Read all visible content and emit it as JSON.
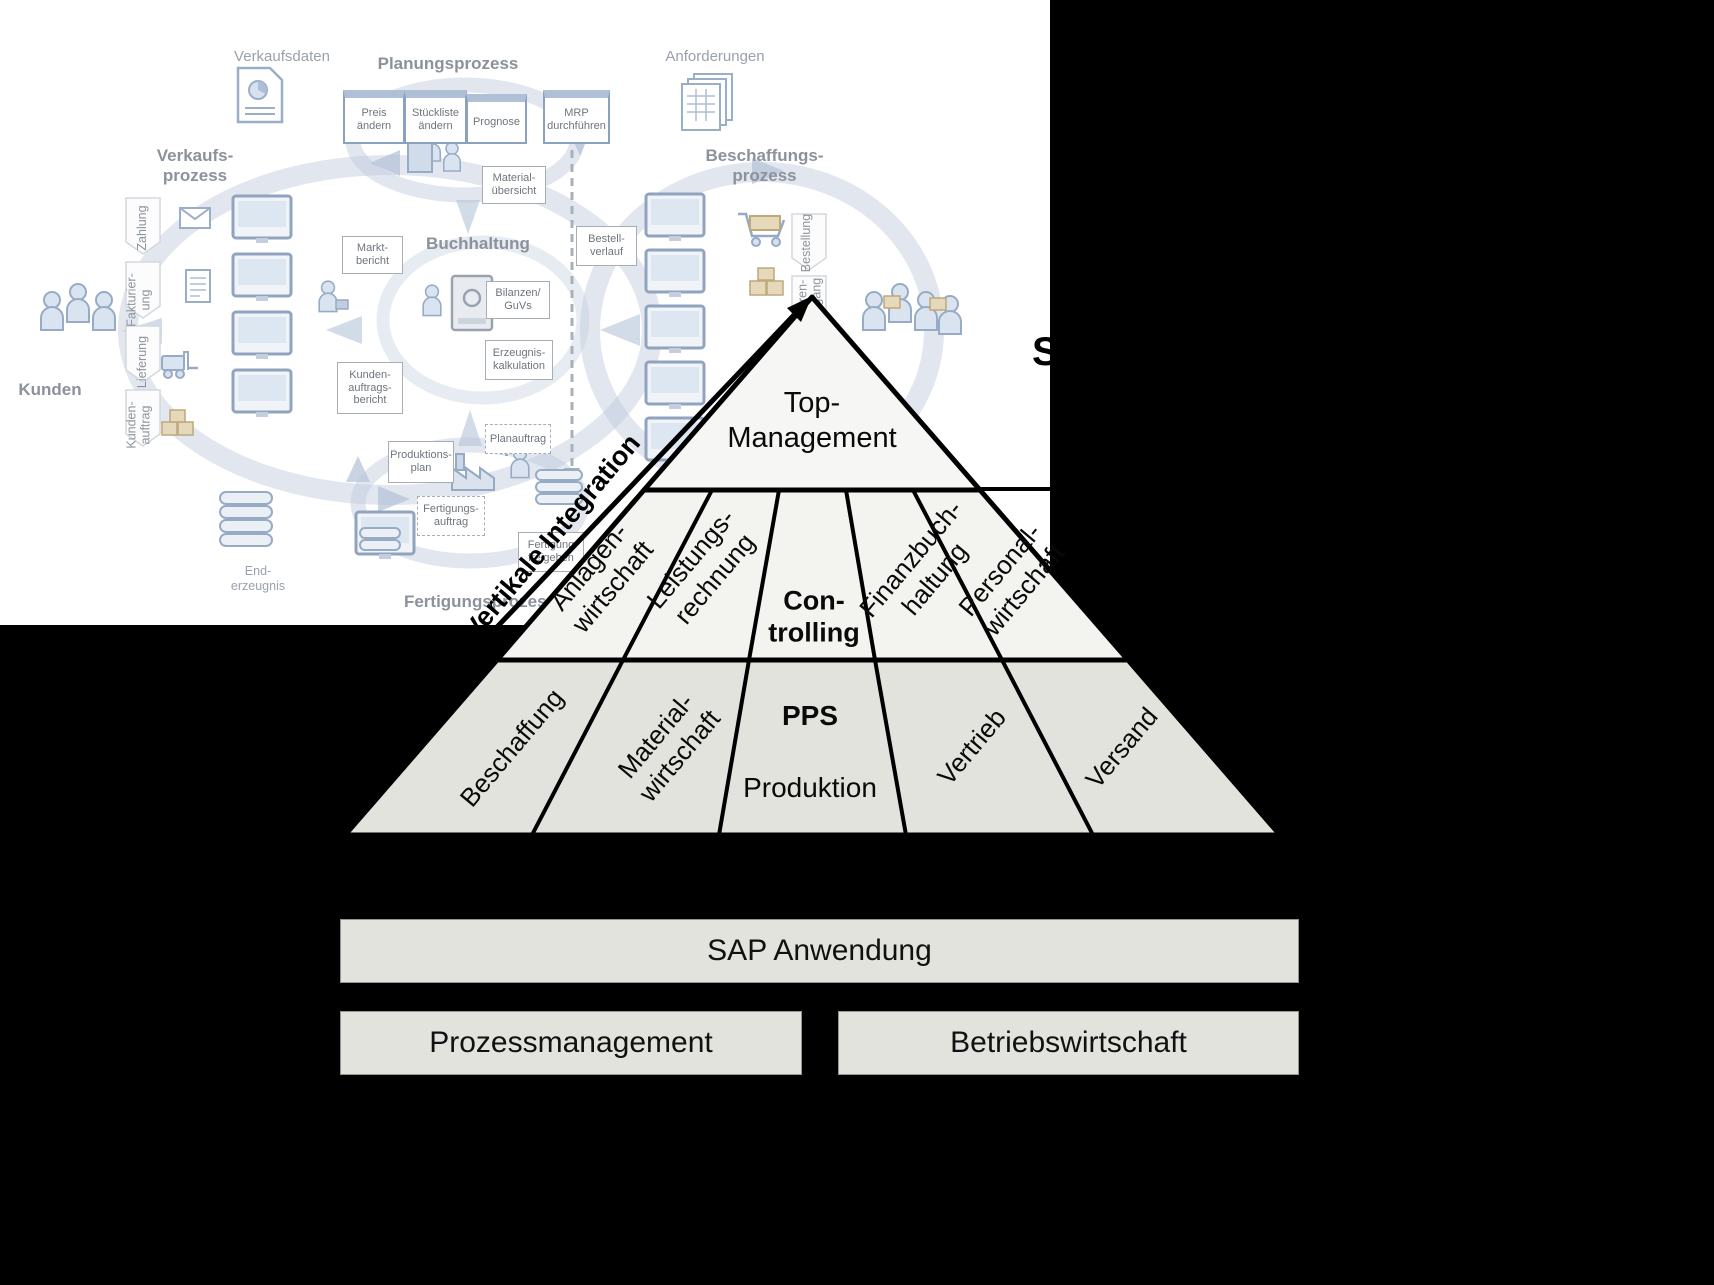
{
  "colors": {
    "background": "#000000",
    "panel": "#ffffff",
    "pyramid_light": "#f6f6f4",
    "pyramid_base": "#e3e3de",
    "gray_box": "#e3e3de",
    "diagram_blue": "#b9c5da",
    "heading_gray": "#8b929b"
  },
  "process_diagram": {
    "headings": {
      "verkaufsdaten": "Verkaufsdaten",
      "planungsprozess": "Planungsprozess",
      "anforderungen": "Anforderungen",
      "verkaufsprozess": "Verkaufs-\nprozess",
      "beschaffungsprozess": "Beschaffungs-\nprozess",
      "buchhaltung": "Buchhaltung",
      "kunden": "Kunden",
      "fertigungsprozess": "Fertigungsprozess"
    },
    "boxes": [
      {
        "label": "Preis\nändern"
      },
      {
        "label": "Stückliste\nändern"
      },
      {
        "label": "Prognose"
      },
      {
        "label": "MRP\ndurchführen"
      },
      {
        "label": "Material-\nübersicht"
      },
      {
        "label": "Markt-\nbericht"
      },
      {
        "label": "Bestell-\nverlauf"
      },
      {
        "label": "Bilanzen/\nGuVs"
      },
      {
        "label": "Erzeugnis-\nkalkulation"
      },
      {
        "label": "Kunden-\nauftrags-\nbericht"
      },
      {
        "label": "Planauftrag"
      },
      {
        "label": "Produktions-\nplan"
      },
      {
        "label": "Fertigungs-\nauftrag"
      },
      {
        "label": "Fertigung\nfreigeben"
      }
    ],
    "flow_labels": {
      "zahlung": "Zahlung",
      "fakturierung": "Fakturier-\nung",
      "lieferung": "Lieferung",
      "kundenauftrag": "Kunden-\nauftrag",
      "bestellung": "Bestellung",
      "wareneingang": "Waren-\neingang",
      "enderzeugnis": "End-\nerzeugnis"
    },
    "cropped_text_fragment": "S"
  },
  "pyramid": {
    "vertical_integration_label": "Vertikale Integration",
    "top_level": "Top-\nManagement",
    "middle_level": [
      {
        "label": "Anlagen-\nwirtschaft"
      },
      {
        "label": "Leistungs-\nrechnung"
      },
      {
        "label": "Con-\ntrolling"
      },
      {
        "label": "Finanzbuch-\nhaltung"
      },
      {
        "label": "Personal-\nwirtschaft"
      }
    ],
    "bottom_level": [
      {
        "label": "Beschaffung"
      },
      {
        "label": "Material-\nwirtschaft"
      },
      {
        "label": "PPS"
      },
      {
        "label": "Produktion"
      },
      {
        "label": "Vertrieb"
      },
      {
        "label": "Versand"
      }
    ]
  },
  "footer_boxes": {
    "sap_anwendung": "SAP Anwendung",
    "prozessmanagement": "Prozessmanagement",
    "betriebswirtschaft": "Betriebswirtschaft"
  }
}
